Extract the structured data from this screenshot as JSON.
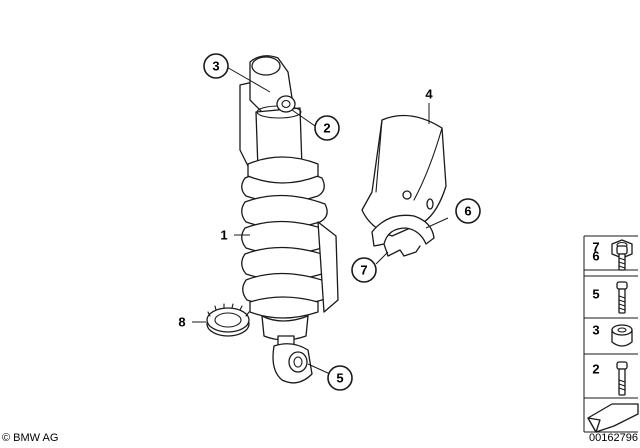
{
  "diagram": {
    "copyright": "© BMW AG",
    "image_number": "00162796",
    "callouts": [
      {
        "id": "1",
        "label": "1"
      },
      {
        "id": "2",
        "label": "2"
      },
      {
        "id": "3",
        "label": "3"
      },
      {
        "id": "4",
        "label": "4"
      },
      {
        "id": "5",
        "label": "5"
      },
      {
        "id": "6",
        "label": "6"
      },
      {
        "id": "7",
        "label": "7"
      },
      {
        "id": "8",
        "label": "8"
      }
    ],
    "legend": [
      {
        "label": "7",
        "icon": "nut-icon"
      },
      {
        "label": "6",
        "icon": "hex-bolt-icon"
      },
      {
        "label": "5",
        "icon": "bolt-icon"
      },
      {
        "label": "3",
        "icon": "spacer-icon"
      },
      {
        "label": "2",
        "icon": "long-bolt-icon"
      }
    ]
  }
}
